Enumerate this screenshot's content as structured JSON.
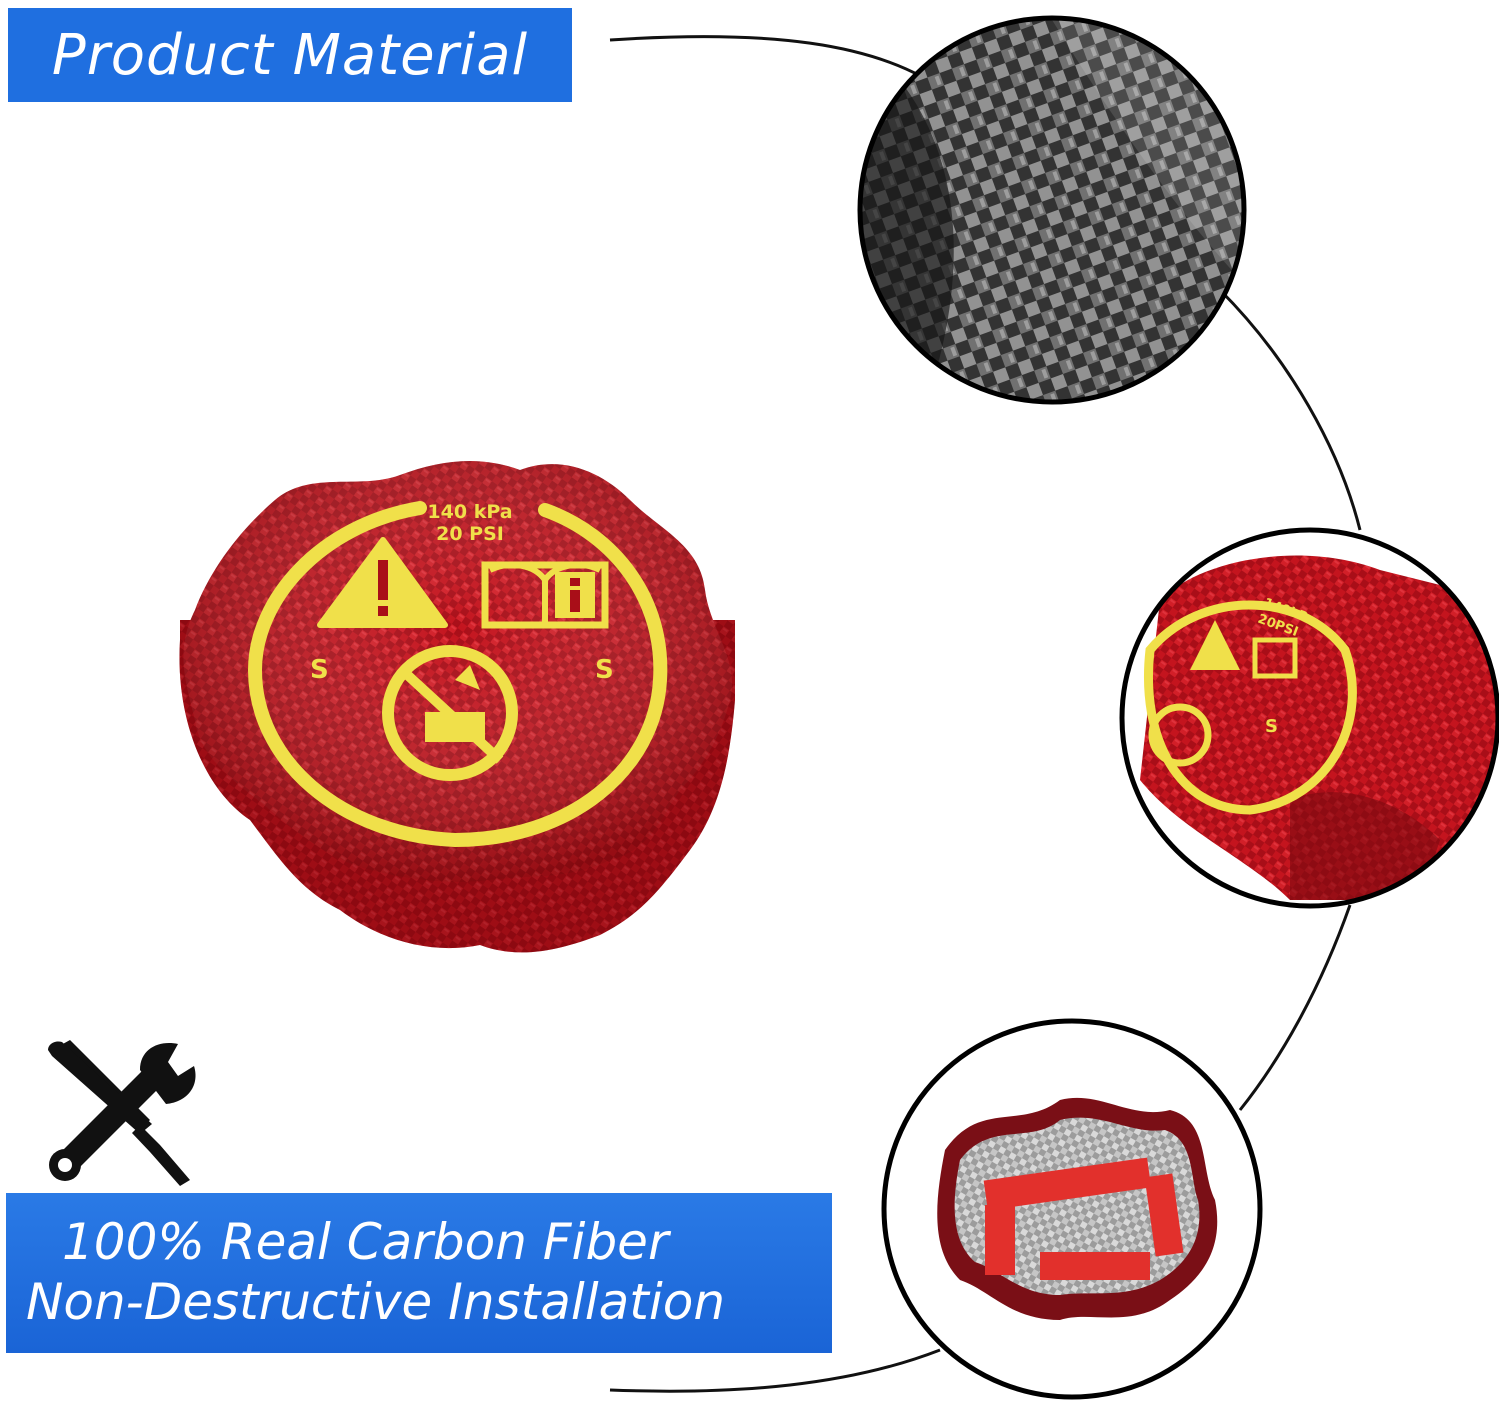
{
  "header": {
    "title": "Product Material"
  },
  "cap_label": {
    "line1": "140 kPa",
    "line2": "20 PSI",
    "left_letter": "S",
    "right_letter": "S"
  },
  "detail_label": {
    "line1": "140kPa",
    "line2": "20PSI",
    "letter": "S"
  },
  "footer": {
    "line1": "100% Real Carbon Fiber",
    "line2": "Non-Destructive Installation"
  },
  "icons": [
    "tools-icon",
    "warning-icon",
    "manual-info-icon",
    "no-open-hot-icon"
  ],
  "colors": {
    "banner_blue": "#1f6fe0",
    "carbon_red": "#b5121b",
    "print_yellow": "#f0e04a"
  }
}
